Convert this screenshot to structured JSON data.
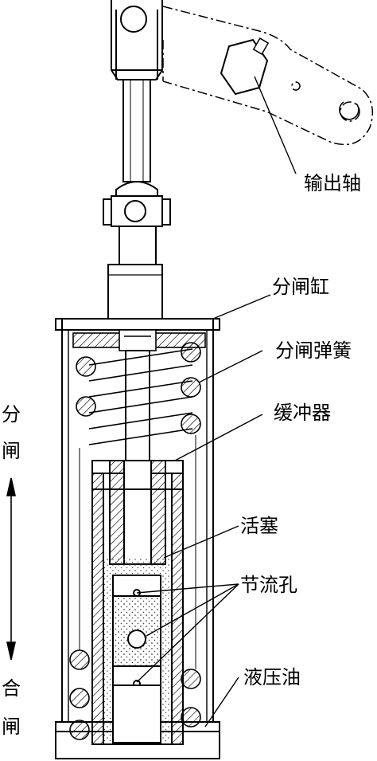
{
  "labels": {
    "output_shaft": "输出轴",
    "opening_cylinder": "分闸缸",
    "opening_spring": "分闸弹簧",
    "buffer": "缓冲器",
    "piston": "活塞",
    "throttle_hole": "节流孔",
    "hydraulic_oil": "液压油"
  },
  "direction": {
    "open_char1": "分",
    "open_char2": "闸",
    "close_char1": "合",
    "close_char2": "闸"
  },
  "colors": {
    "line": "#000000",
    "oil_dots": "#444444"
  }
}
